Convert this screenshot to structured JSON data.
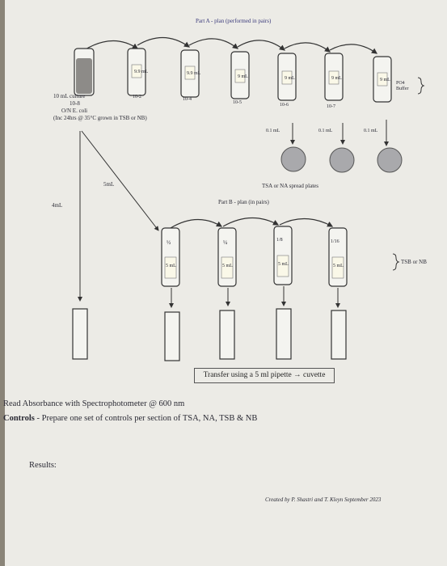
{
  "part_a": {
    "title": "Part A - plan (performed in pairs)",
    "culture": {
      "line1": "10 mL culture",
      "line2": "10-8",
      "line3": "O/N  E. coli",
      "line4": "(Inc 24hrs @ 35°C grown in TSB or NB)"
    },
    "dilutions": [
      "10-2",
      "10-4",
      "10-5",
      "10-6",
      "10-7"
    ],
    "tube_labels": [
      "9.9 mL",
      "9.9 mL",
      "9 mL",
      "9 mL",
      "9 mL",
      "9 mL"
    ],
    "buffer": "PO4 Buffer",
    "plating_volumes": [
      "0.1 mL",
      "0.1 mL",
      "0.1 mL"
    ],
    "plates_label": "TSA or NA spread plates",
    "transfer_5ml": "5mL",
    "transfer_4ml": "4mL"
  },
  "part_b": {
    "title": "Part B - plan (in pairs)",
    "fractions": [
      "½",
      "¼",
      "1/8",
      "1/16"
    ],
    "tube_volumes": [
      "5 mL",
      "5 mL",
      "5 mL",
      "5 mL"
    ],
    "medium": "TSB or NB",
    "transfer_note": "Transfer using a 5 ml pipette → cuvette"
  },
  "instructions": {
    "read": "Read Absorbance with Spectrophotometer @ 600 nm",
    "controls_bold": "Controls",
    "controls_text": " - Prepare one set of controls per section of TSA, NA, TSB & NB",
    "results": "Results:"
  },
  "credit": "Created by P. Shastri and T. Kleyn September 2023"
}
